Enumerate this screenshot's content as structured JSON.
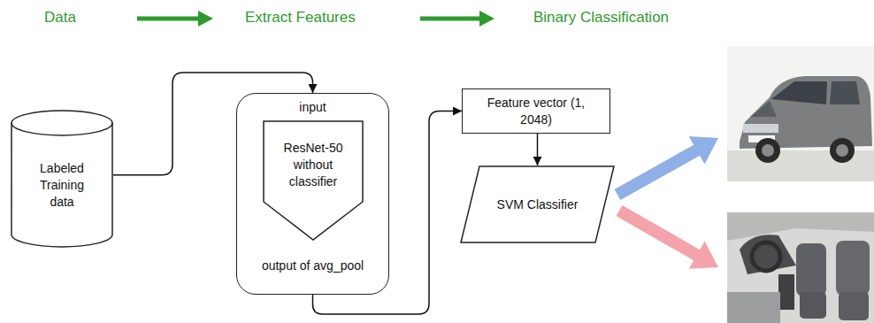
{
  "diagram": {
    "nodes": [
      {
        "text": [
          "Labeled Training data"
        ]
      },
      {
        "text": [
          "input",
          "output of avg_pool"
        ]
      },
      {
        "text": [
          "ResNet-50 without classifier"
        ],
        "in": 1
      },
      {
        "text": [
          "Feature vector (1, 2048)"
        ]
      },
      {
        "text": [
          "SVM Classifier"
        ]
      }
    ],
    "edges": [
      {
        "from": 0,
        "to": 1,
        "arrow": "to"
      },
      {
        "from": 1,
        "to": 3,
        "arrow": "to"
      },
      {
        "from": 3,
        "to": 4,
        "arrow": "to"
      }
    ],
    "labels": [
      "Data",
      "Extract Features",
      "Binary Classification"
    ]
  }
}
